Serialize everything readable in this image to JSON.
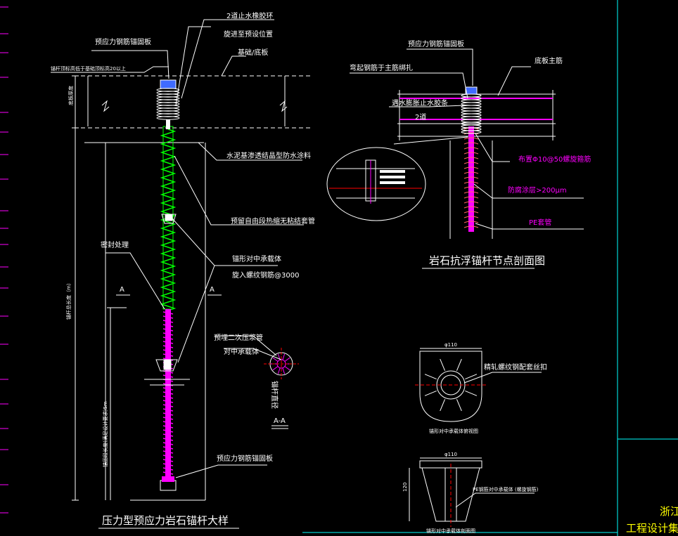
{
  "drawing": {
    "colors": {
      "background": "#000000",
      "anchor_bar": "#ff00ff",
      "spiral_bar": "#00ff00",
      "annotation": "#ffff00",
      "label": "#ffffff",
      "leader": "#00ffff",
      "rebar": "#ff00ff",
      "border": "#00ffff",
      "frame_text": "#ffff00",
      "blue_plate": "#3f6bff"
    },
    "main_detail": {
      "title": "压力型预应力岩石锚杆大样",
      "labels": {
        "top_ring_1": "2道止水橡胶环",
        "top_ring_2": "旋进至预设位置",
        "slab_base": "基础/底板",
        "prestressed_plate": "预应力钢筋锚固板",
        "top_elevation": "锚杆顶标高低于基础顶标高20以上",
        "waterproof_coating": "水泥基渗透结晶型防水涂料",
        "free_section": "预留自由段热缩无粘结套管",
        "seal_treatment": "密封处理",
        "centralizer": "锚形对中承载体",
        "screw_bar": "旋入螺纹钢筋@3000",
        "bottom_plate": "预应力钢筋锚固板",
        "section_mark": "A",
        "vertical_dim": "锚杆总长度（m）",
        "lower_dim": "锚固段长度(满足设计要求)5m",
        "slab_thickness": "底板厚度"
      }
    },
    "section_aa": {
      "title": "A-A",
      "label_grout_pipe": "预埋二次压浆管",
      "label_centralizer": "对中承载体",
      "label_diameter": "锚杆直径"
    },
    "node_detail": {
      "title": "岩石抗浮锚杆节点剖面图",
      "labels": {
        "plate": "预应力钢筋锚固板",
        "hook": "弯起钢筋于主筋绑扎",
        "main_rebar": "底板主筋",
        "water_stop": "遇水膨胀止水胶条",
        "water_stop_2": "2道",
        "stirrup": "布置Φ10@50螺旋箍筋",
        "coating": "防腐涂层>200μm",
        "pe_sleeve": "PE套管"
      }
    },
    "centralizer_detail": {
      "diameter_top": "φ110",
      "label_screw": "精轧螺纹钢配套丝扣",
      "caption": "锚形对中承载体俯视图",
      "diameter_bottom": "φ110",
      "height": "120",
      "pe_label": "PE钢筋对中承载体 (螺旋钢筋)",
      "bottom_caption": "锚形对中承载体剖面图"
    },
    "title_block": {
      "company_1": "浙江",
      "company_2": "工程设计集团"
    }
  }
}
